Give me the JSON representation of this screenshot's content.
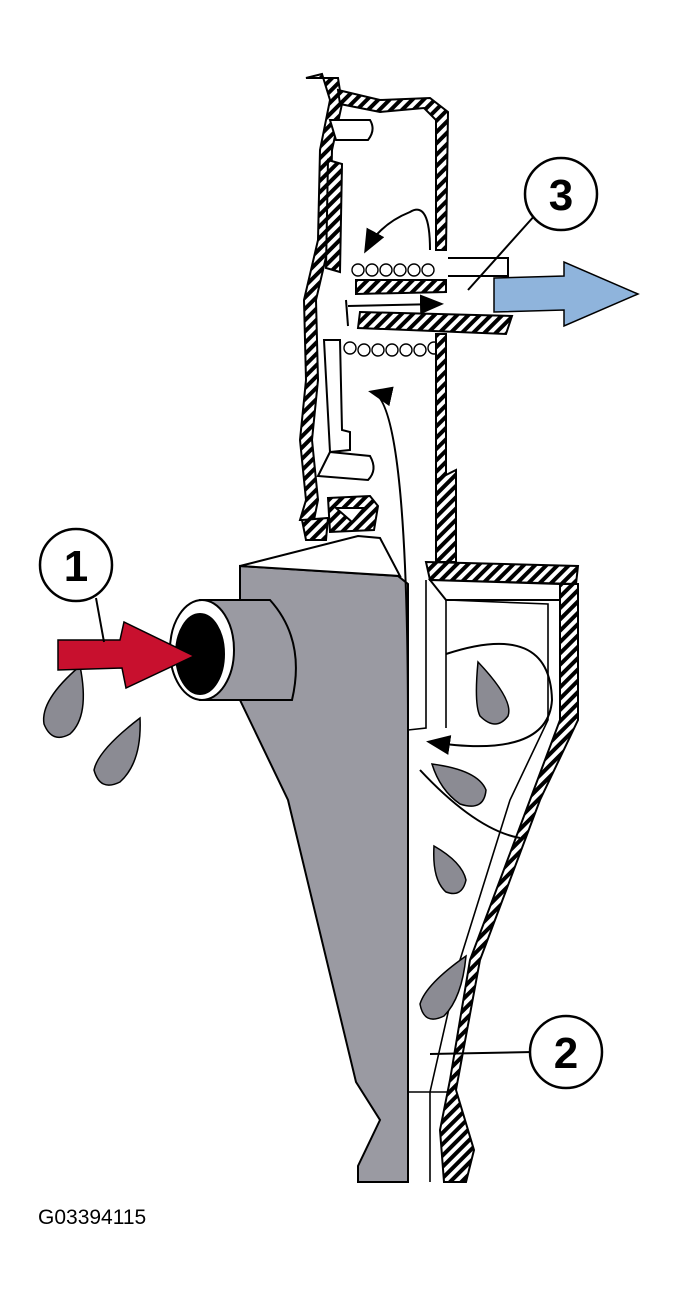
{
  "figure_id": "G03394115",
  "callouts": [
    {
      "label": "1"
    },
    {
      "label": "2"
    },
    {
      "label": "3"
    }
  ],
  "colors": {
    "inlet_arrow": "#c8102e",
    "outlet_arrow": "#8fb4dc",
    "body_cutaway": "#9a9aa2",
    "droplet": "#8b8b93",
    "outline": "#000000",
    "background": "#ffffff"
  }
}
